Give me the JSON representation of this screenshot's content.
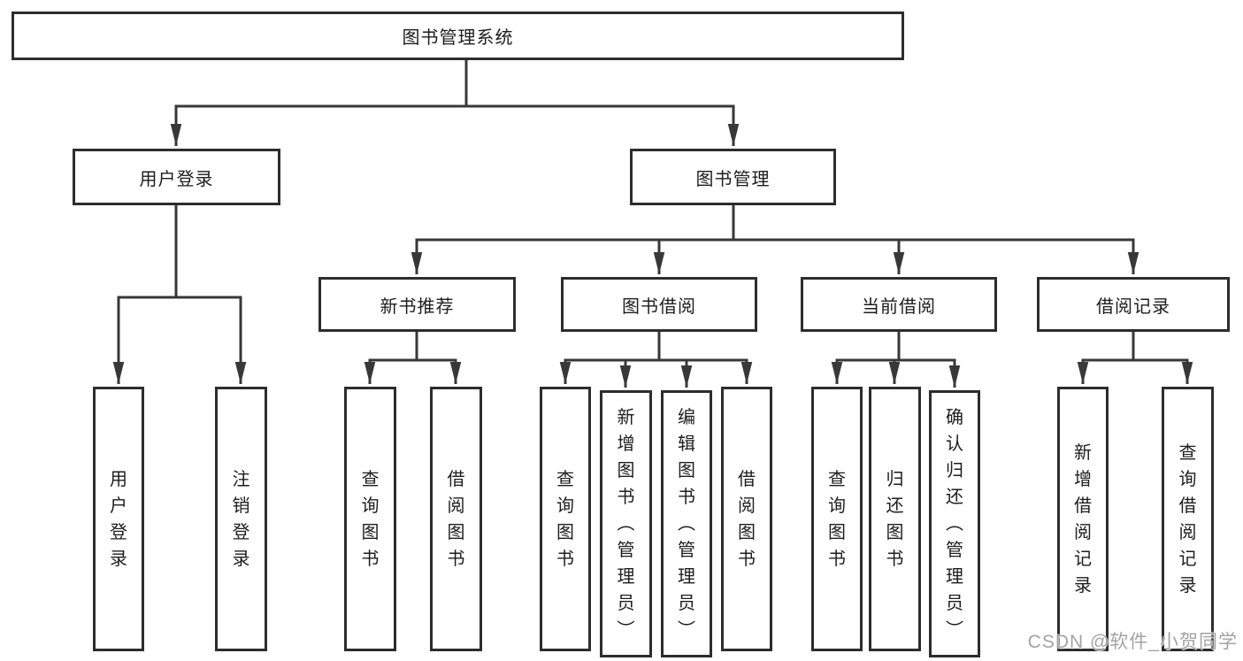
{
  "tree": {
    "root": {
      "label": "图书管理系统",
      "children": [
        {
          "label": "用户登录",
          "children": [
            {
              "label": "用户登录"
            },
            {
              "label": "注销登录"
            }
          ]
        },
        {
          "label": "图书管理",
          "children": [
            {
              "label": "新书推荐",
              "children": [
                {
                  "label": "查询图书"
                },
                {
                  "label": "借阅图书"
                }
              ]
            },
            {
              "label": "图书借阅",
              "children": [
                {
                  "label": "查询图书"
                },
                {
                  "label": "新增图书（管理员）"
                },
                {
                  "label": "编辑图书（管理员）"
                },
                {
                  "label": "借阅图书"
                }
              ]
            },
            {
              "label": "当前借阅",
              "children": [
                {
                  "label": "查询图书"
                },
                {
                  "label": "归还图书"
                },
                {
                  "label": "确认归还（管理员）"
                }
              ]
            },
            {
              "label": "借阅记录",
              "children": [
                {
                  "label": "新增借阅记录"
                },
                {
                  "label": "查询借阅记录"
                }
              ]
            }
          ]
        }
      ]
    }
  },
  "watermark": "CSDN @软件_小贺同学"
}
